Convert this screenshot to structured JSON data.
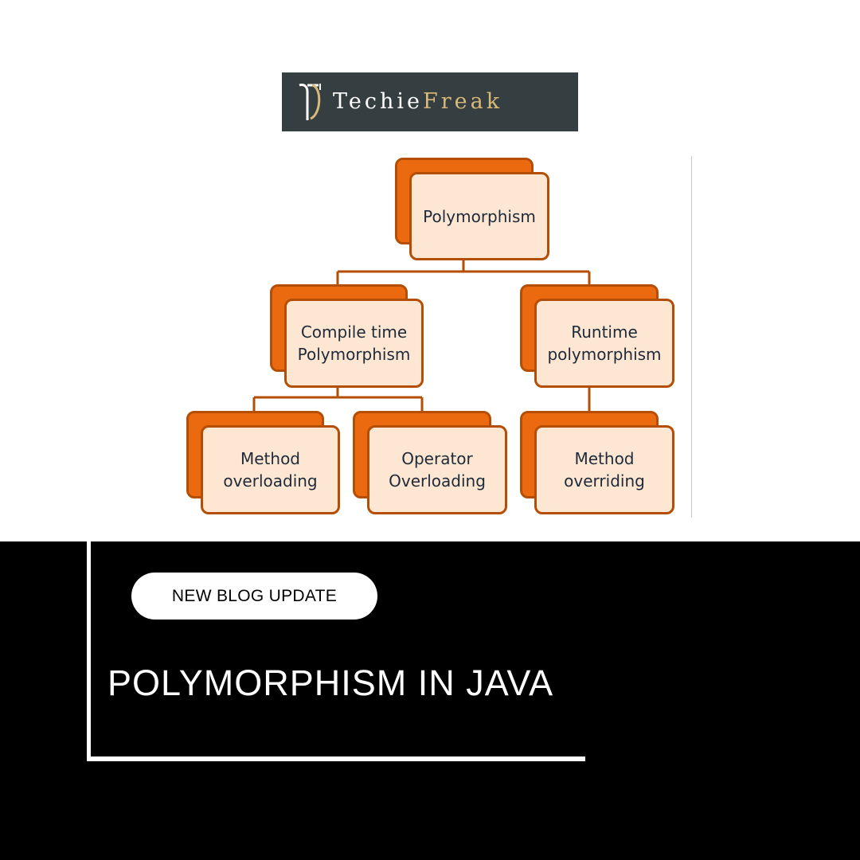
{
  "logo": {
    "word1": "Techie",
    "word2": "Freak",
    "colors": {
      "background": "#353e40",
      "word1": "#ffffff",
      "word2": "#d9b97a"
    }
  },
  "diagram": {
    "root": {
      "label": "Polymorphism"
    },
    "branches": [
      {
        "label": "Compile time\nPolymorphism",
        "children": [
          {
            "label": "Method\noverloading"
          },
          {
            "label": "Operator\nOverloading"
          }
        ]
      },
      {
        "label": "Runtime\npolymorphism",
        "children": [
          {
            "label": "Method\noverriding"
          }
        ]
      }
    ],
    "colors": {
      "box_back": "#ec6a0f",
      "box_front": "#fde6d2",
      "border": "#b44e05",
      "text": "#1e2a3a"
    }
  },
  "banner": {
    "badge": "NEW BLOG UPDATE",
    "title": "POLYMORPHISM IN JAVA"
  }
}
